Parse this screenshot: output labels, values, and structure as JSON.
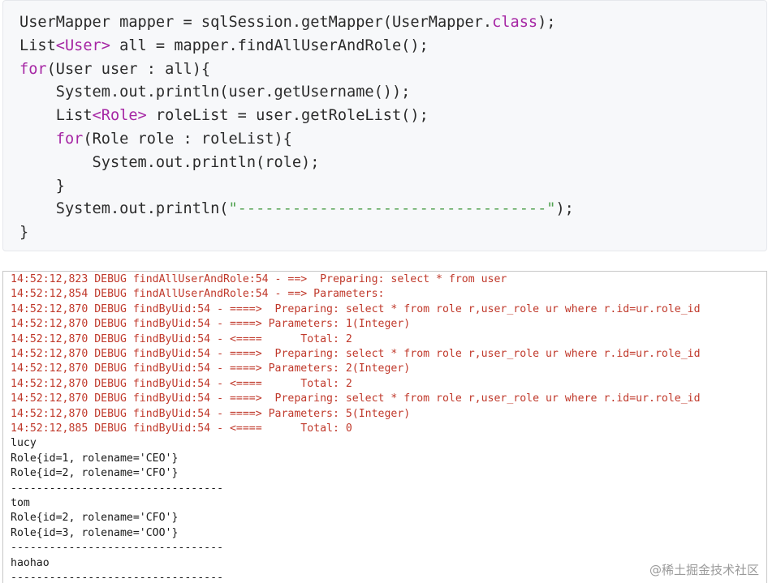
{
  "code": {
    "lines": [
      "UserMapper mapper = sqlSession.getMapper(UserMapper.class);",
      "List<User> all = mapper.findAllUserAndRole();",
      "for(User user : all){",
      "    System.out.println(user.getUsername());",
      "    List<Role> roleList = user.getRoleList();",
      "    for(Role role : roleList){",
      "        System.out.println(role);",
      "    }",
      "    System.out.println(\"----------------------------------\");",
      "}"
    ]
  },
  "console": {
    "debug_lines": [
      "14:52:12,823 DEBUG findAllUserAndRole:54 - ==>  Preparing: select * from user",
      "14:52:12,854 DEBUG findAllUserAndRole:54 - ==> Parameters: ",
      "14:52:12,870 DEBUG findByUid:54 - ====>  Preparing: select * from role r,user_role ur where r.id=ur.role_id",
      "14:52:12,870 DEBUG findByUid:54 - ====> Parameters: 1(Integer)",
      "14:52:12,870 DEBUG findByUid:54 - <====      Total: 2",
      "14:52:12,870 DEBUG findByUid:54 - ====>  Preparing: select * from role r,user_role ur where r.id=ur.role_id",
      "14:52:12,870 DEBUG findByUid:54 - ====> Parameters: 2(Integer)",
      "14:52:12,870 DEBUG findByUid:54 - <====      Total: 2",
      "14:52:12,870 DEBUG findByUid:54 - ====>  Preparing: select * from role r,user_role ur where r.id=ur.role_id",
      "14:52:12,870 DEBUG findByUid:54 - ====> Parameters: 5(Integer)",
      "14:52:12,885 DEBUG findByUid:54 - <====      Total: 0"
    ],
    "output_lines": [
      "lucy",
      "Role{id=1, rolename='CEO'}",
      "Role{id=2, rolename='CFO'}",
      "---------------------------------",
      "tom",
      "Role{id=2, rolename='CFO'}",
      "Role{id=3, rolename='COO'}",
      "---------------------------------",
      "haohao",
      "---------------------------------"
    ]
  },
  "watermark": "@稀土掘金技术社区",
  "colors": {
    "debug_text": "#c0392b",
    "output_text": "#1a1a1a",
    "keyword": "#a626a4",
    "string": "#50a14f"
  }
}
